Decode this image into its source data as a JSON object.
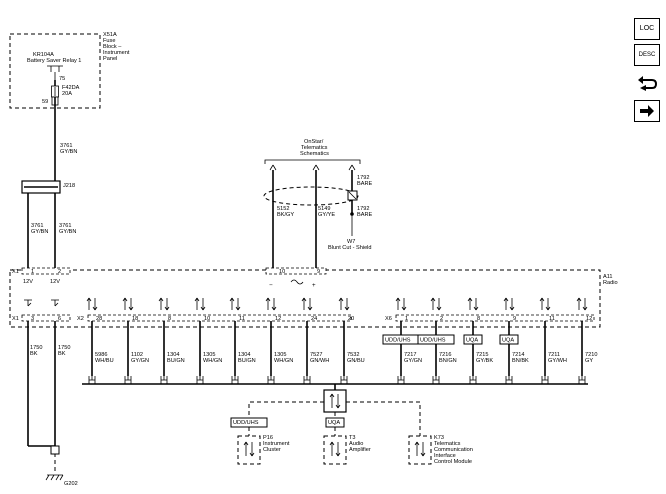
{
  "fuse_block": {
    "id": "X51A",
    "l1": "Fuse",
    "l2": "Block –",
    "l3": "Instrument",
    "l4": "Panel"
  },
  "relay": {
    "id": "KR104A",
    "name": "Battery Saver Relay 1"
  },
  "fuse": {
    "pin_top": "75",
    "pin_bottom": "59",
    "id": "F42DA",
    "rating": "20A"
  },
  "w3761": {
    "num": "3761",
    "color": "GY/BN"
  },
  "splice": "J218",
  "onstar": {
    "l1": "OnStar/",
    "l2": "Telematics",
    "l3": "Schematics"
  },
  "bare": "BARE",
  "w1792": "1792",
  "w5152": {
    "num": "5152",
    "color": "BK/GY"
  },
  "w5149": {
    "num": "5149",
    "color": "GY/YE"
  },
  "w7": {
    "id": "W7",
    "label": "Blunt Cut - Shield"
  },
  "radio": {
    "id": "A11",
    "name": "Radio"
  },
  "conn": {
    "x1": "X1",
    "x2": "X2",
    "x6": "X6"
  },
  "pins": {
    "p1": "1",
    "p2": "2",
    "p3": "3",
    "p6": "6",
    "p10": "10",
    "p9": "9"
  },
  "v12": "12V",
  "ground_wire": {
    "num": "1750",
    "color": "BK"
  },
  "ground": "G202",
  "x2_pins": [
    "28",
    "18",
    "8",
    "10",
    "11",
    "12",
    "24",
    "20"
  ],
  "x2_wires": [
    {
      "num": "5986",
      "color": "WH/BU"
    },
    {
      "num": "1102",
      "color": "GY/GN"
    },
    {
      "num": "1304",
      "color": "BU/GN"
    },
    {
      "num": "1305",
      "color": "WH/GN"
    },
    {
      "num": "1304",
      "color": "BU/GN"
    },
    {
      "num": "1305",
      "color": "WH/GN"
    },
    {
      "num": "7527",
      "color": "GN/WH"
    },
    {
      "num": "7532",
      "color": "GN/BU"
    }
  ],
  "x6_pins": [
    "1",
    "2",
    "8",
    "9",
    "11",
    "12"
  ],
  "x6_wires": [
    {
      "num": "7217",
      "color": "GY/GN"
    },
    {
      "num": "7216",
      "color": "BN/GN"
    },
    {
      "num": "7215",
      "color": "GY/BK"
    },
    {
      "num": "7214",
      "color": "BN/BK"
    },
    {
      "num": "7211",
      "color": "GY/WH"
    },
    {
      "num": "7210",
      "color": "GY"
    }
  ],
  "options": {
    "udd_uhs": "UDD/UHS",
    "uqa": "UQA"
  },
  "modules": [
    {
      "id": "P16",
      "l1": "Instrument",
      "l2": "Cluster",
      "l3": ""
    },
    {
      "id": "T3",
      "l1": "Audio",
      "l2": "Amplifier",
      "l3": ""
    },
    {
      "id": "K73",
      "l1": "Telematics",
      "l2": "Communication",
      "l3": "Interface"
    }
  ],
  "k73_l4": "Control Module",
  "sidebar": {
    "loc": "LOC",
    "desc": "DESC"
  }
}
